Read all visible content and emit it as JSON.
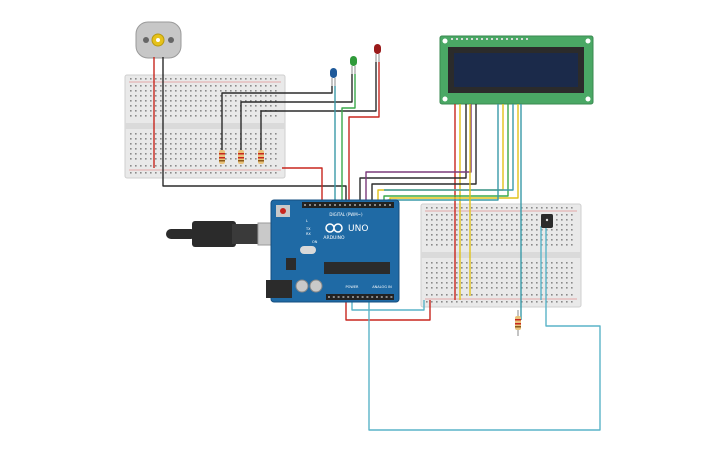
{
  "board": {
    "brand": "ARDUINO",
    "model": "UNO",
    "digital_header": "DIGITAL (PWM~)",
    "power_header": "POWER",
    "analog_header": "ANALOG IN",
    "tx_label": "TX",
    "rx_label": "RX",
    "on_label": "ON",
    "l_label": "L"
  },
  "colors": {
    "arduino_blue": "#1f6aa5",
    "lcd_green": "#4aa865",
    "lcd_screen": "#1b2a4a",
    "wire_black": "#2b2b2b",
    "wire_red": "#c8261e",
    "wire_cyan": "#5ab4c8",
    "wire_teal": "#3a9aa8",
    "wire_yellow": "#e0c21a",
    "wire_purple": "#7a3a7a",
    "wire_green": "#3aa84a",
    "breadboard": "#e9e9e9"
  },
  "components": {
    "motor": "dc-motor",
    "leds": [
      "blue-led",
      "green-led",
      "red-led"
    ],
    "display": "lcd-16x2",
    "sensor": "temperature-sensor",
    "cable": "usb-cable"
  }
}
